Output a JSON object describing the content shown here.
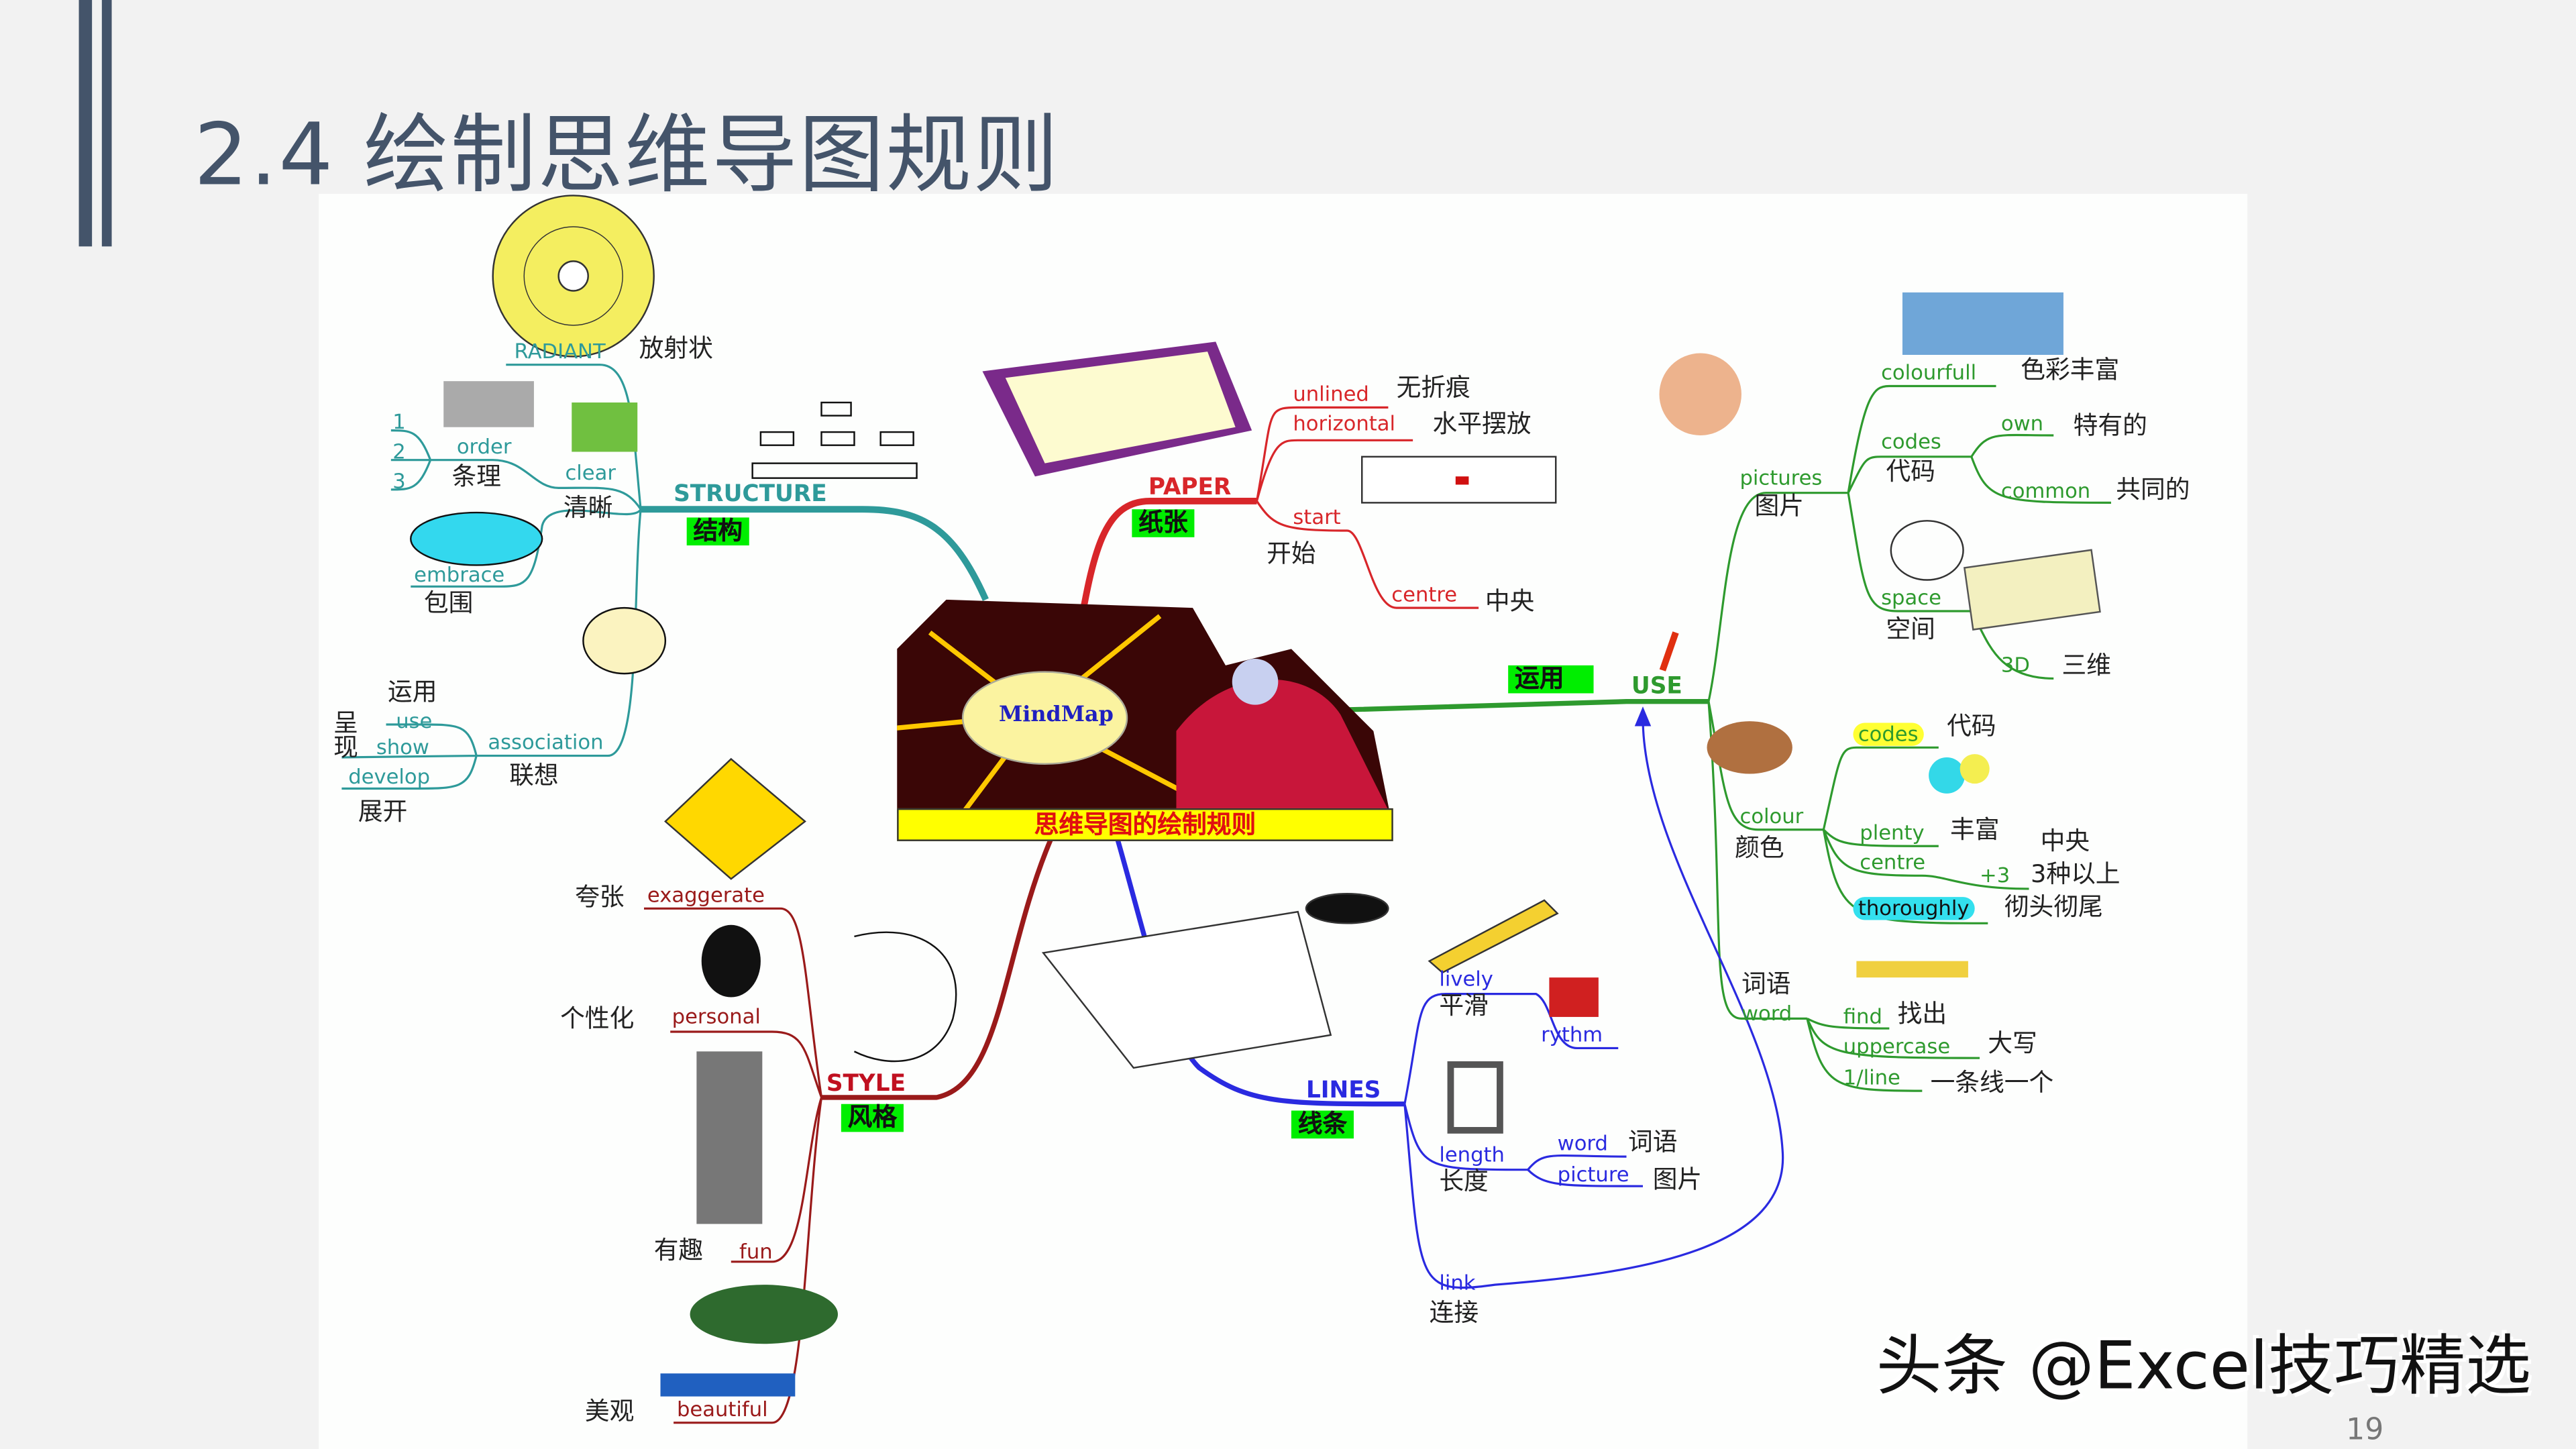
{
  "slide": {
    "title": "2.4 绘制思维导图规则",
    "page_number": "19",
    "watermark": "头条 @Excel技巧精选",
    "accent_color": "#44546a"
  },
  "mindmap": {
    "center": {
      "label": "思维导图的绘制规则",
      "logo_text": "MindMap"
    },
    "structure": {
      "label": "STRUCTURE",
      "label_cn": "结构",
      "radiant": "RADIANT",
      "radiant_cn": "放射状",
      "nums": [
        "1",
        "2",
        "3"
      ],
      "order": "order",
      "order_cn": "条理",
      "clear": "clear",
      "clear_cn": "清晰",
      "embrace": "embrace",
      "embrace_cn": "包围",
      "use_cn": "运用",
      "use": "use",
      "show_cn": "呈现",
      "show": "show",
      "develop": "develop",
      "develop_cn": "展开",
      "association": "association",
      "association_cn": "联想"
    },
    "paper": {
      "label": "PAPER",
      "label_cn": "纸张",
      "unlined": "unlined",
      "unlined_cn": "无折痕",
      "horizontal": "horizontal",
      "horizontal_cn": "水平摆放",
      "start": "start",
      "start_cn": "开始",
      "centre": "centre",
      "centre_cn": "中央"
    },
    "use": {
      "label": "USE",
      "label_cn": "运用",
      "pictures": "pictures",
      "pictures_cn": "图片",
      "colourfull": "colourfull",
      "colourfull_cn": "色彩丰富",
      "codes": "codes",
      "codes_cn": "代码",
      "own": "own",
      "own_cn": "特有的",
      "common": "common",
      "common_cn": "共同的",
      "space": "space",
      "space_cn": "空间",
      "three_d": "3D",
      "three_d_cn": "三维",
      "colour": "colour",
      "colour_cn": "颜色",
      "colour_codes": "codes",
      "colour_codes_cn": "代码",
      "plenty": "plenty",
      "plenty_cn": "丰富",
      "centre": "centre",
      "centre_cn": "中央",
      "plus3": "+3",
      "plus3_cn": "3种以上",
      "thoroughly": "thoroughly",
      "thoroughly_cn": "彻头彻尾",
      "word_cn": "词语",
      "word": "word",
      "find": "find",
      "find_cn": "找出",
      "uppercase": "uppercase",
      "uppercase_cn": "大写",
      "oneline": "1/line",
      "oneline_cn": "一条线一个"
    },
    "lines": {
      "label": "LINES",
      "label_cn": "线条",
      "lively": "lively",
      "lively_cn": "平滑",
      "rythm": "rythm",
      "length": "length",
      "length_cn": "长度",
      "word": "word",
      "word_cn": "词语",
      "picture": "picture",
      "picture_cn": "图片",
      "link": "link",
      "link_cn": "连接"
    },
    "style": {
      "label": "STYLE",
      "label_cn": "风格",
      "exaggerate": "exaggerate",
      "exaggerate_cn": "夸张",
      "personal": "personal",
      "personal_cn": "个性化",
      "fun": "fun",
      "fun_cn": "有趣",
      "beautiful": "beautiful",
      "beautiful_cn": "美观"
    },
    "colors": {
      "structure": "#2e9a9a",
      "paper": "#d8262a",
      "use": "#2e9a2e",
      "lines": "#2a2ae0",
      "style": "#9a1a1a",
      "highlight": "#00ee00"
    }
  }
}
